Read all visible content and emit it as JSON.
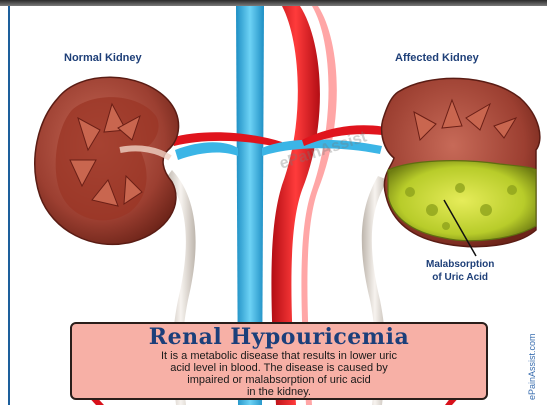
{
  "labels": {
    "normal_kidney": "Normal Kidney",
    "affected_kidney": "Affected Kidney",
    "malabsorption_line1": "Malabsorption",
    "malabsorption_line2": "of Uric Acid"
  },
  "watermark": {
    "center": "ePainAssist",
    "side": "ePainAssist.com"
  },
  "info_box": {
    "title": "Renal Hypouricemia",
    "body_line1": "It is a metabolic disease that results in lower uric",
    "body_line2": "acid level in blood. The disease is caused by",
    "body_line3": "impaired or malabsorption of uric acid",
    "body_line4": "in the kidney."
  },
  "colors": {
    "vein": "#3bb5e6",
    "artery": "#e0141d",
    "ureter": "#e9e3dc",
    "kidney_outer": "#b5574a",
    "kidney_inner": "#8a2e22",
    "affected_region": "#c8d83a",
    "label": "#1e3f78",
    "info_bg": "#f7b0a6"
  }
}
